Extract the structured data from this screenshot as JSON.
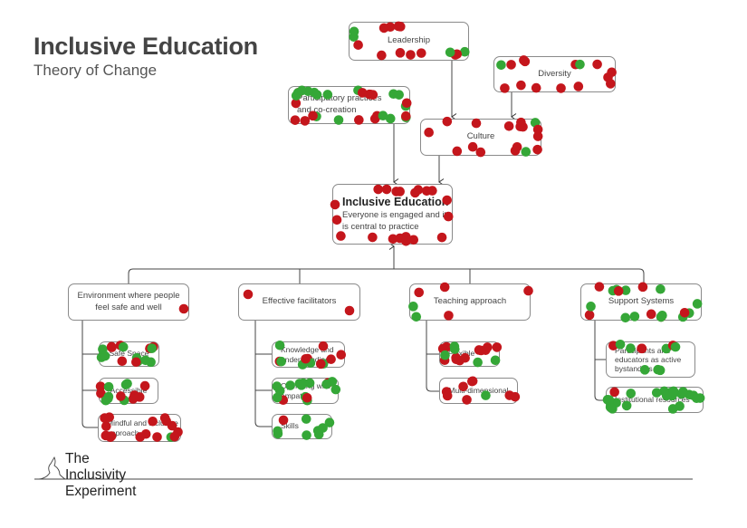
{
  "header": {
    "title": "Inclusive Education",
    "subtitle": "Theory of Change"
  },
  "colors": {
    "red": "#c4161c",
    "green": "#35a737",
    "border": "#8a8a8a"
  },
  "nodes": {
    "leadership": {
      "label": "Leadership",
      "dots": {
        "red": 11,
        "green": 4
      }
    },
    "diversity": {
      "label": "Diversity",
      "dots": {
        "red": 13,
        "green": 2
      }
    },
    "participatory": {
      "label": "Participatory practices and co-creation",
      "dots": {
        "red": 14,
        "green": 16
      }
    },
    "culture": {
      "label": "Culture",
      "dots": {
        "red": 15,
        "green": 2
      }
    },
    "inclusive": {
      "label": "Inclusive Education",
      "description": "Everyone is engaged and it is central to practice",
      "dots": {
        "red": 20,
        "green": 0
      }
    },
    "environment": {
      "label": "Environment where people feel safe and well",
      "dots": {
        "red": 1,
        "green": 0
      },
      "children": [
        {
          "label": "Safe Space",
          "dots": {
            "red": 7,
            "green": 9
          }
        },
        {
          "label": "Accessible",
          "dots": {
            "red": 7,
            "green": 7
          }
        },
        {
          "label": "Mindful and inclusive approach",
          "dots": {
            "red": 15,
            "green": 1
          }
        }
      ]
    },
    "facilitators": {
      "label": "Effective facilitators",
      "dots": {
        "red": 2,
        "green": 0
      },
      "children": [
        {
          "label": "Knowledge and understanding",
          "dots": {
            "red": 7,
            "green": 5
          }
        },
        {
          "label": "Operating with empathy",
          "dots": {
            "red": 3,
            "green": 13
          }
        },
        {
          "label": "Skills",
          "dots": {
            "red": 1,
            "green": 8
          }
        }
      ]
    },
    "teaching": {
      "label": "Teaching approach",
      "dots": {
        "red": 4,
        "green": 2
      },
      "children": [
        {
          "label": "Flexible",
          "dots": {
            "red": 12,
            "green": 5
          }
        },
        {
          "label": "Multi-dimensional",
          "dots": {
            "red": 8,
            "green": 1
          }
        }
      ]
    },
    "support": {
      "label": "Support Systems",
      "dots": {
        "red": 7,
        "green": 12
      },
      "children": [
        {
          "label": "Participants and educators as active bystanders",
          "dots": {
            "red": 4,
            "green": 7
          }
        },
        {
          "label": "Institutional resources",
          "dots": {
            "red": 1,
            "green": 22
          }
        }
      ]
    }
  },
  "logo": {
    "line1": "The",
    "line2": "Inclusivity",
    "line3": "Experiment"
  }
}
